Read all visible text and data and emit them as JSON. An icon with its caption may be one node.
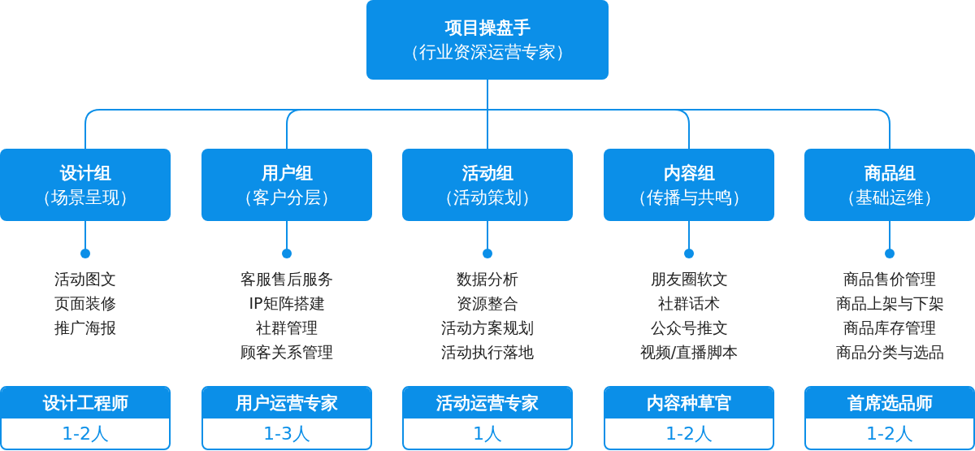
{
  "diagram": {
    "nodes": [
      {
        "text": [
          "项目操盘手",
          "（行业资深运营专家）"
        ]
      },
      {
        "text": [
          "设计组",
          "（场景呈现）"
        ]
      },
      {
        "text": [
          "用户组",
          "（客户分层）"
        ]
      },
      {
        "text": [
          "活动组",
          "（活动策划）"
        ]
      },
      {
        "text": [
          "内容组",
          "（传播与共鸣）"
        ]
      },
      {
        "text": [
          "商品组",
          "（基础运维）"
        ]
      },
      {
        "text": [
          "活动图文",
          "页面装修",
          "推广海报"
        ]
      },
      {
        "text": [
          "客服售后服务",
          "IP矩阵搭建",
          "社群管理",
          "顾客关系管理"
        ]
      },
      {
        "text": [
          "数据分析",
          "资源整合",
          "活动方案规划",
          "活动执行落地"
        ]
      },
      {
        "text": [
          "朋友圈软文",
          "社群话术",
          "公众号推文",
          "视频/直播脚本"
        ]
      },
      {
        "text": [
          "商品售价管理",
          "商品上架与下架",
          "商品库存管理",
          "商品分类与选品"
        ]
      },
      {
        "text": [
          "设计工程师",
          "1-2人"
        ]
      },
      {
        "text": [
          "用户运营专家",
          "1-3人"
        ]
      },
      {
        "text": [
          "活动运营专家",
          "1人"
        ]
      },
      {
        "text": [
          "内容种草官",
          "1-2人"
        ]
      },
      {
        "text": [
          "首席选品师",
          "1-2人"
        ]
      }
    ],
    "edges": [
      {
        "from": 0,
        "to": 1,
        "arrow": "none"
      },
      {
        "from": 0,
        "to": 2,
        "arrow": "none"
      },
      {
        "from": 0,
        "to": 3,
        "arrow": "none"
      },
      {
        "from": 0,
        "to": 4,
        "arrow": "none"
      },
      {
        "from": 0,
        "to": 5,
        "arrow": "none"
      },
      {
        "from": 1,
        "to": 6,
        "arrow": "other"
      },
      {
        "from": 2,
        "to": 7,
        "arrow": "other"
      },
      {
        "from": 3,
        "to": 8,
        "arrow": "other"
      },
      {
        "from": 4,
        "to": 9,
        "arrow": "other"
      },
      {
        "from": 5,
        "to": 10,
        "arrow": "other"
      }
    ]
  }
}
